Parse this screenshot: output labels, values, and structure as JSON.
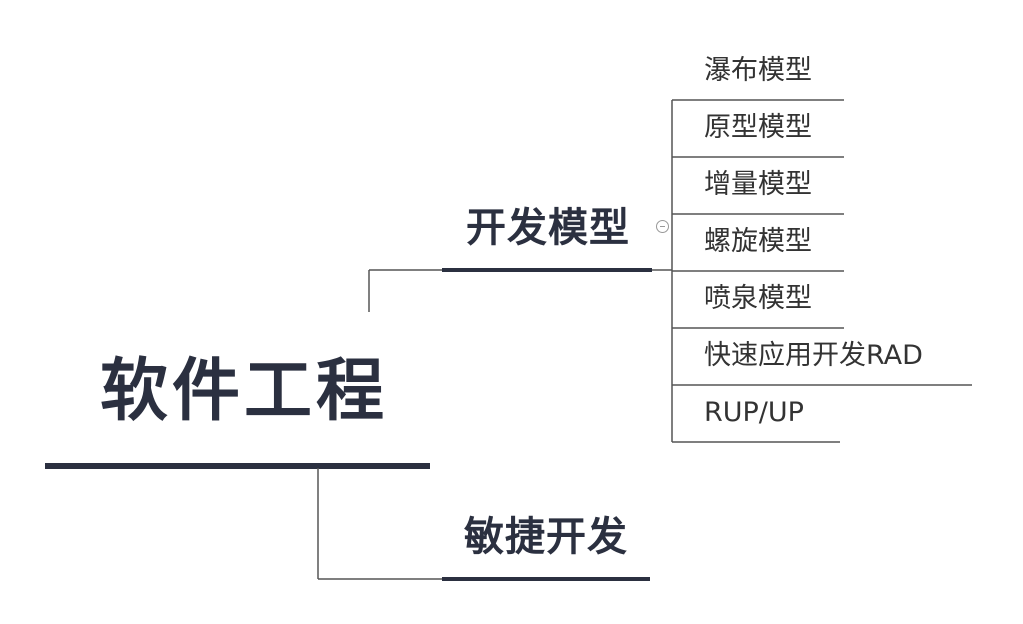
{
  "diagram": {
    "root": "软件工程",
    "branches": [
      {
        "label": "开发模型",
        "children": [
          "瀑布模型",
          "原型模型",
          "增量模型",
          "螺旋模型",
          "喷泉模型",
          "快速应用开发RAD",
          "RUP/UP"
        ]
      },
      {
        "label": "敏捷开发"
      }
    ],
    "colors": {
      "main_text": "#2b3040",
      "main_underline": "#2b3040",
      "connector": "#555555"
    },
    "icons": {
      "collapse_toggle": "collapse-minus-icon"
    }
  }
}
